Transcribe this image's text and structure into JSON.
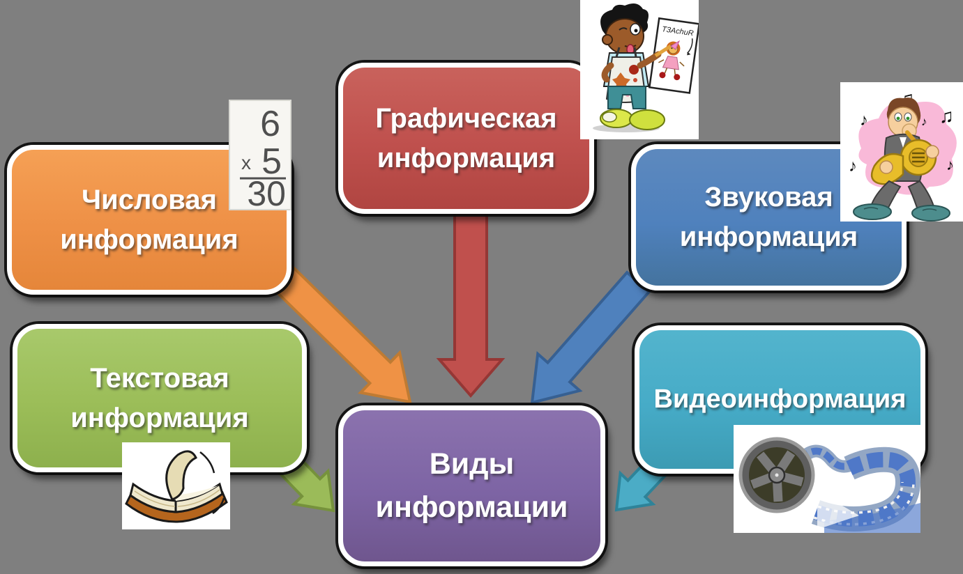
{
  "title": "Виды информации",
  "background": "#7f7f7f",
  "colors": {
    "orange": "#ef9245",
    "orange_dark": "#bf7b33",
    "red": "#c0504d",
    "red_dark": "#953735",
    "blue": "#4f81bd",
    "blue_dark": "#376092",
    "green": "#9bbb59",
    "green_dark": "#76923c",
    "teal": "#4bacc6",
    "teal_dark": "#2e8399",
    "purple": "#8064a2"
  },
  "nodes": {
    "numeric": {
      "line1": "Числовая",
      "line2": "информация"
    },
    "graphic": {
      "line1": "Графическая",
      "line2": "информация"
    },
    "sound": {
      "line1": "Звуковая",
      "line2": "информация"
    },
    "text": {
      "line1": "Текстовая",
      "line2": "информация"
    },
    "video": {
      "line1": "Видеоинформация"
    },
    "center": {
      "line1": "Виды",
      "line2": "информации"
    }
  },
  "clipart": {
    "math_card": {
      "factor_top": "6",
      "operator": "x",
      "factor_bottom": "5",
      "product": "30"
    },
    "kid_drawing": {
      "caption": "T3AchuR"
    },
    "icons": {
      "note": "♪",
      "double_note": "♫"
    }
  }
}
